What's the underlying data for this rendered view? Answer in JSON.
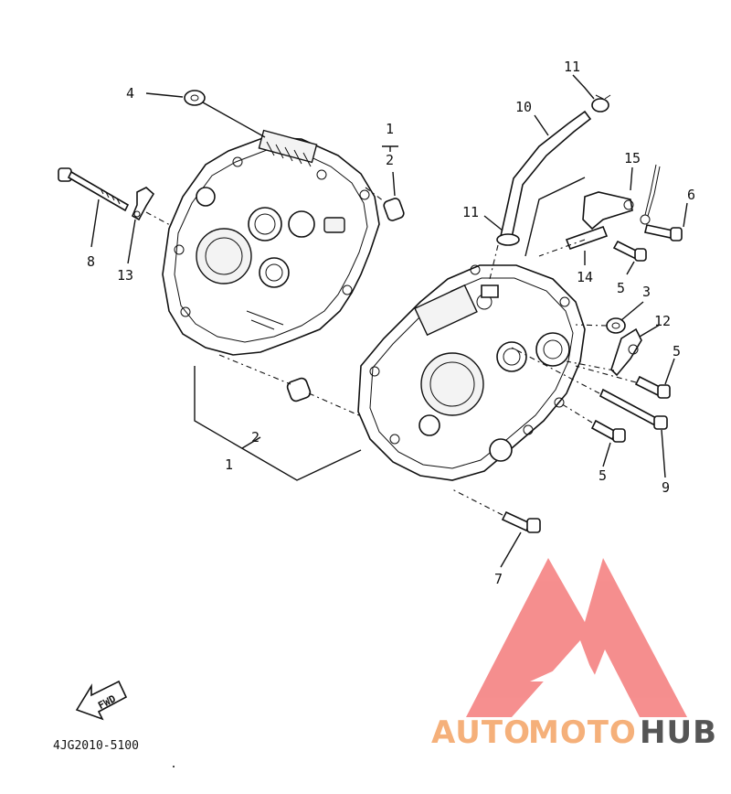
{
  "diagram": {
    "callouts": [
      "1",
      "2",
      "3",
      "4",
      "5",
      "6",
      "7",
      "8",
      "9",
      "10",
      "11",
      "12",
      "13",
      "14",
      "15"
    ],
    "part_code": "4JG2010-5100",
    "fwd_label": "FWD"
  },
  "watermark": {
    "word_auto": "AUTO",
    "word_moto": "MOTO",
    "word_hub": "HUB",
    "color_logo": "#f47b7b",
    "color_auto": "#f5b07a",
    "color_moto": "#f5b07a",
    "color_hub": "#555555"
  }
}
